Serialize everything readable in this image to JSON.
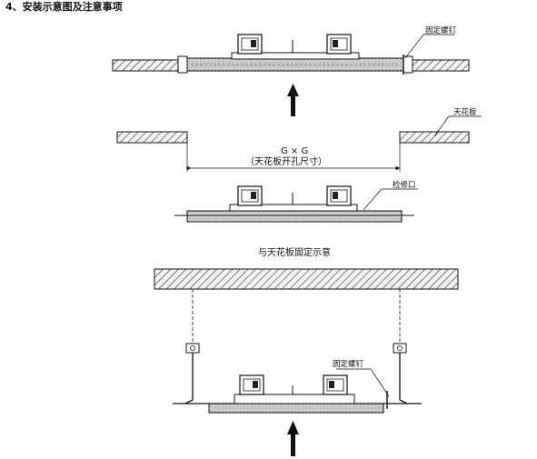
{
  "title": "4、安装示意图及注意事项",
  "labels": {
    "fix_screw_top": "固定螺钉",
    "ceiling_board": "天花板",
    "size_formula": "G × G",
    "ceiling_opening": "（天花板开孔尺寸）",
    "access_panel": "检修口",
    "fixing_caption": "与天花板固定示意",
    "fix_screw_bottom": "固定螺钉"
  },
  "colors": {
    "line": "#111111",
    "hatch_light": "#e8e8e8",
    "board": "#f2f2f2"
  }
}
